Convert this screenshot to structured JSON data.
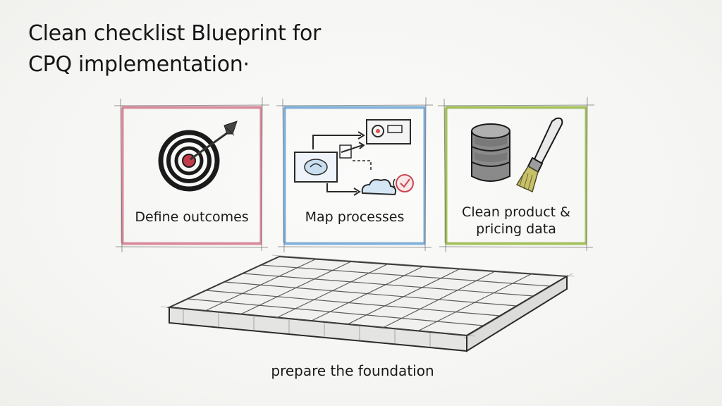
{
  "title": {
    "line1": "Clean checklist Blueprint for",
    "line2": "CPQ implementation·"
  },
  "steps": [
    {
      "label": "Define outcomes",
      "icon": "target-icon",
      "color": "#d98a9a"
    },
    {
      "label": "Map processes",
      "icon": "process-flow-icon",
      "color": "#7fb1dc"
    },
    {
      "label": "Clean product & pricing data",
      "icon": "database-brush-icon",
      "color": "#a5c25a"
    }
  ],
  "foundation": {
    "label": "prepare the foundation",
    "icon": "grid-foundation-icon"
  }
}
